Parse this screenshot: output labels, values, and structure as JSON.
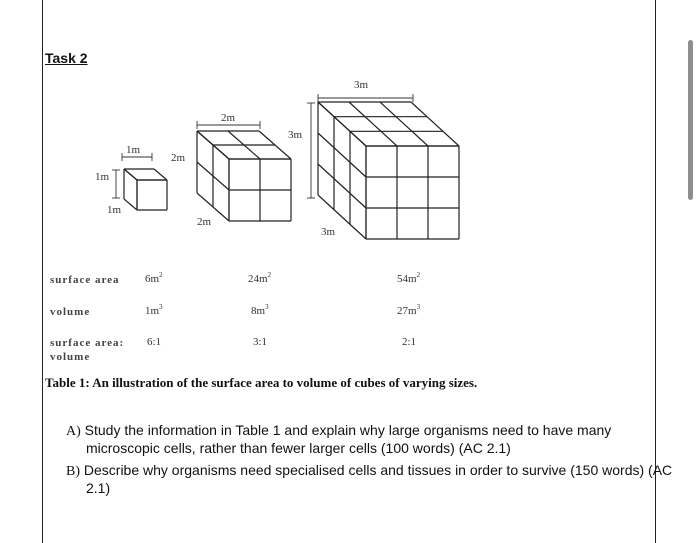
{
  "task_heading": "Task 2",
  "figure": {
    "cube1": {
      "top_label": "1m",
      "left_label": "1m",
      "bottom_label": "1m"
    },
    "cube2": {
      "top_label": "2m",
      "side_label": "2m",
      "bottom_label": "2m"
    },
    "cube3": {
      "top_label": "3m",
      "side_label": "3m",
      "bottom_label": "3m"
    }
  },
  "table": {
    "rows": [
      {
        "label": "surface area",
        "values": [
          "6m",
          "24m",
          "54m"
        ],
        "unit_power": "2"
      },
      {
        "label": "volume",
        "values": [
          "1m",
          "8m",
          "27m"
        ],
        "unit_power": "3"
      },
      {
        "label_line1": "surface area:",
        "label_line2": "volume",
        "values": [
          "6:1",
          "3:1",
          "2:1"
        ]
      }
    ]
  },
  "caption": "Table 1: An illustration of the surface area to volume of cubes of varying sizes.",
  "questions": [
    {
      "letter": "A)",
      "text": "Study the information in Table 1 and explain why large organisms need to have many microscopic cells, rather than fewer larger cells (100 words) (AC 2.1)"
    },
    {
      "letter": "B)",
      "text": "Describe why organisms need specialised cells and tissues in order to survive (150 words) (AC 2.1)"
    }
  ]
}
